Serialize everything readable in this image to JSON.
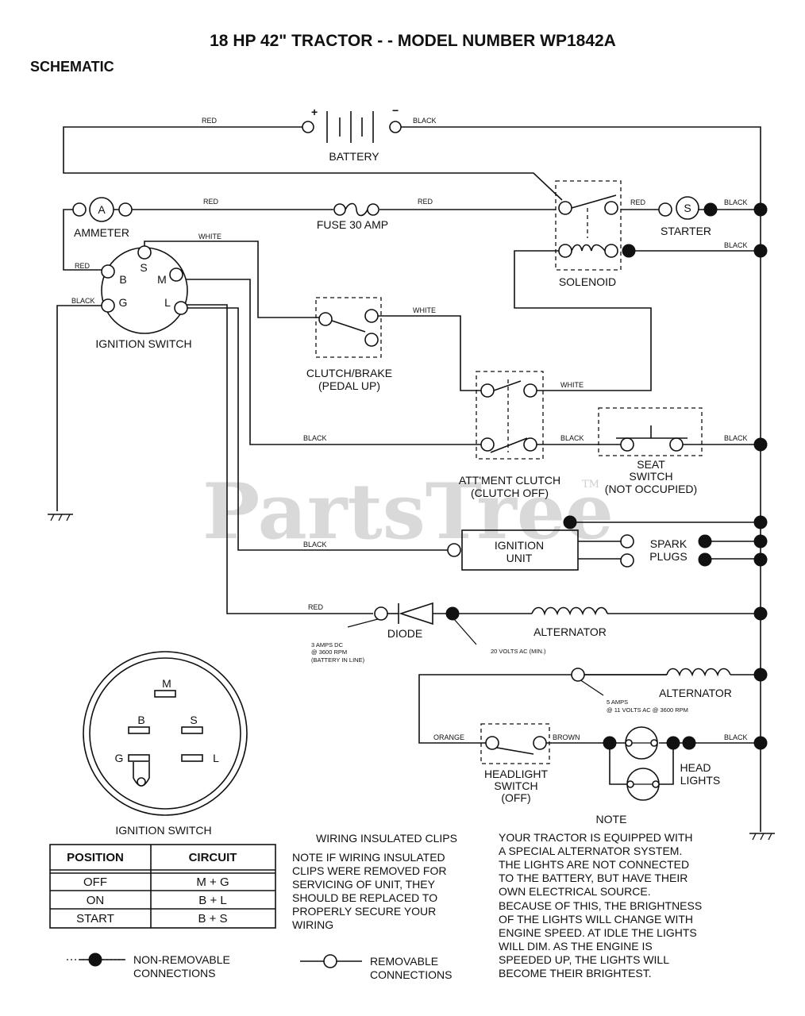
{
  "title": "18 HP 42\" TRACTOR - - MODEL NUMBER WP1842A",
  "subtitle": "SCHEMATIC",
  "watermark": "PartsTree",
  "watermark_tm": "TM",
  "wire_colors": {
    "red": "RED",
    "black": "BLACK",
    "white": "WHITE",
    "orange": "ORANGE",
    "brown": "BROWN"
  },
  "battery": {
    "label": "BATTERY",
    "plus": "+",
    "minus": "−"
  },
  "ammeter": {
    "label": "AMMETER",
    "symbol": "A"
  },
  "fuse": {
    "label": "FUSE 30 AMP"
  },
  "solenoid": {
    "label": "SOLENOID"
  },
  "starter": {
    "label": "STARTER",
    "symbol": "S"
  },
  "ignition_switch": {
    "label": "IGNITION SWITCH",
    "terminals": {
      "b": "B",
      "s": "S",
      "m": "M",
      "g": "G",
      "l": "L"
    }
  },
  "clutch_brake": {
    "line1": "CLUTCH/BRAKE",
    "line2": "(PEDAL UP)"
  },
  "attachment_clutch": {
    "line1": "ATT'MENT CLUTCH",
    "line2": "(CLUTCH OFF)"
  },
  "seat_switch": {
    "line1": "SEAT",
    "line2": "SWITCH",
    "line3": "(NOT OCCUPIED)"
  },
  "ignition_unit": {
    "line1": "IGNITION",
    "line2": "UNIT"
  },
  "spark_plugs": {
    "line1": "SPARK",
    "line2": "PLUGS"
  },
  "diode": {
    "label": "DIODE",
    "note_line1": "3 AMPS DC",
    "note_line2": "@ 3600 RPM",
    "note_line3": "(BATTERY IN LINE)"
  },
  "alternator_dc": {
    "label": "ALTERNATOR",
    "note": "20 VOLTS AC (MIN.)"
  },
  "alternator_ac": {
    "label": "ALTERNATOR",
    "note_line1": "5 AMPS",
    "note_line2": "@ 11 VOLTS AC @ 3600 RPM"
  },
  "headlight_switch": {
    "line1": "HEADLIGHT",
    "line2": "SWITCH",
    "line3": "(OFF)"
  },
  "head_lights": {
    "line1": "HEAD",
    "line2": "LIGHTS"
  },
  "note": {
    "heading": "NOTE",
    "lines": [
      "YOUR TRACTOR IS EQUIPPED WITH",
      "A SPECIAL ALTERNATOR SYSTEM.",
      "THE LIGHTS ARE NOT CONNECTED",
      "TO  THE BATTERY, BUT HAVE THEIR",
      "OWN ELECTRICAL SOURCE.",
      "BECAUSE OF THIS, THE BRIGHTNESS",
      "OF THE LIGHTS WILL CHANGE WITH",
      "ENGINE SPEED.  AT IDLE THE LIGHTS",
      "WILL DIM.  AS THE ENGINE IS",
      "SPEEDED UP, THE LIGHTS WILL",
      "BECOME THEIR BRIGHTEST."
    ]
  },
  "wiring_clips": {
    "heading": "WIRING INSULATED CLIPS",
    "lines": [
      "NOTE  IF WIRING INSULATED",
      "CLIPS WERE REMOVED FOR",
      "SERVICING OF UNIT, THEY",
      "SHOULD BE REPLACED TO",
      "PROPERLY SECURE YOUR",
      "WIRING"
    ]
  },
  "ignition_switch_detail": {
    "label": "IGNITION SWITCH",
    "terminals": {
      "m": "M",
      "b": "B",
      "s": "S",
      "g": "G",
      "l": "L"
    }
  },
  "position_table": {
    "headers": [
      "POSITION",
      "CIRCUIT"
    ],
    "rows": [
      [
        "OFF",
        "M + G"
      ],
      [
        "ON",
        "B + L"
      ],
      [
        "START",
        "B + S"
      ]
    ]
  },
  "legend": {
    "non_removable_line1": "NON-REMOVABLE",
    "non_removable_line2": "CONNECTIONS",
    "removable_line1": "REMOVABLE",
    "removable_line2": "CONNECTIONS"
  }
}
